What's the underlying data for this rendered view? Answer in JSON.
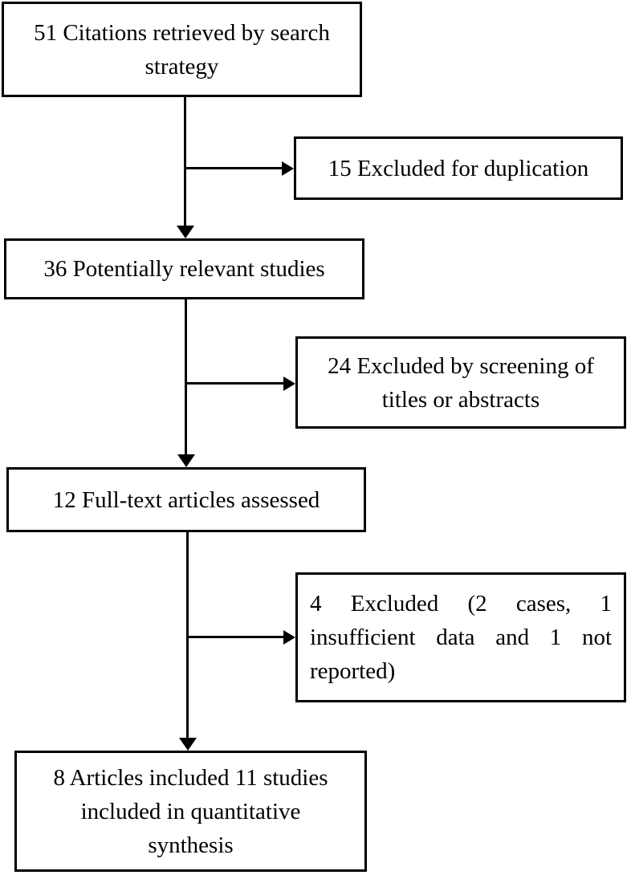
{
  "figure": {
    "kind": "study-selection-flow-diagram",
    "colors": {
      "line": "#000000",
      "background": "#ffffff",
      "text": "#000000"
    },
    "boxes": [
      {
        "id": "citations-retrieved",
        "count": 51,
        "lines": [
          "51 Citations retrieved by search",
          "strategy"
        ]
      },
      {
        "id": "excluded-duplication",
        "count": 15,
        "lines": [
          "15 Excluded for duplication"
        ]
      },
      {
        "id": "potentially-relevant",
        "count": 36,
        "lines": [
          "36 Potentially relevant studies"
        ]
      },
      {
        "id": "excluded-screening",
        "count": 24,
        "lines": [
          "24 Excluded by screening of",
          "titles or abstracts"
        ]
      },
      {
        "id": "fulltext-assessed",
        "count": 12,
        "lines": [
          "12 Full-text articles assessed"
        ]
      },
      {
        "id": "excluded-fulltext",
        "count": 4,
        "lines": [
          "4 Excluded (2 cases, 1",
          "insufficient data and 1 not",
          "reported)"
        ]
      },
      {
        "id": "included-synthesis",
        "count": 8,
        "lines": [
          "8 Articles included 11 studies",
          "included in quantitative",
          "synthesis"
        ]
      }
    ]
  }
}
